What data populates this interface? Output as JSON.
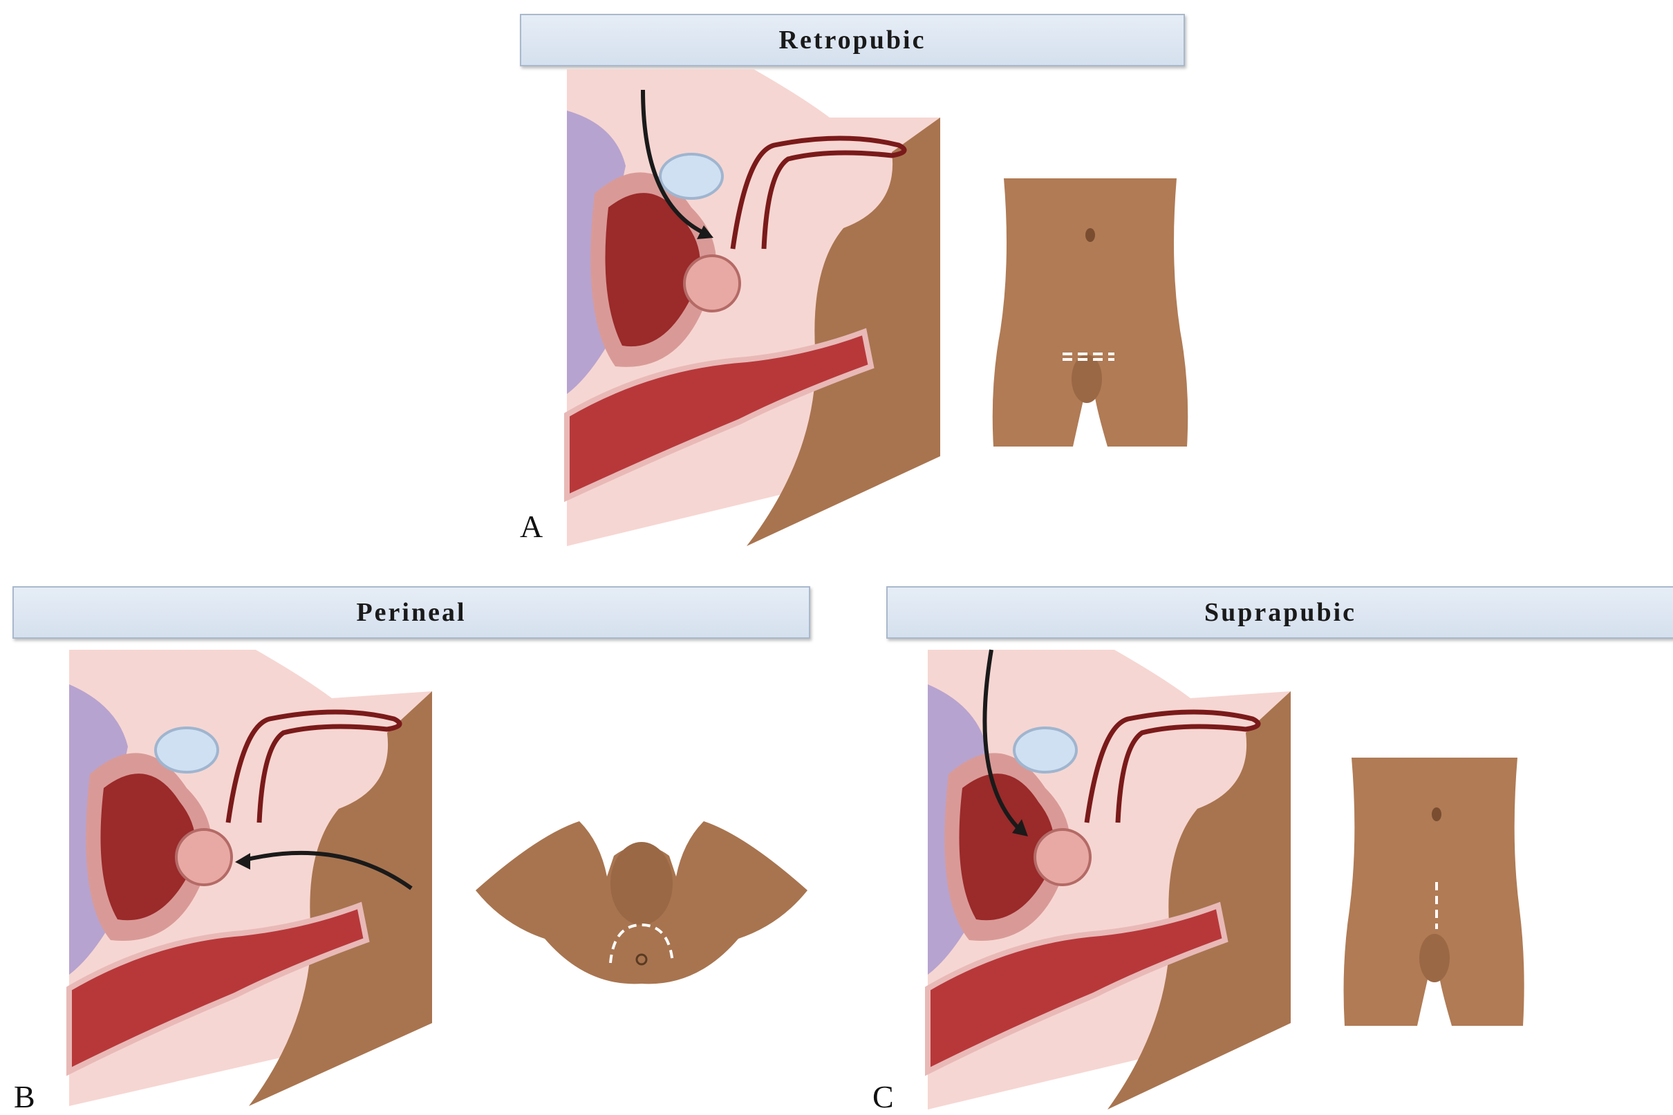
{
  "panels": [
    {
      "id": "A",
      "title": "Retropubic",
      "letter": "A",
      "approach": "retropubic",
      "incision": "low-transverse"
    },
    {
      "id": "B",
      "title": "Perineal",
      "letter": "B",
      "approach": "perineal",
      "incision": "perineal-arc"
    },
    {
      "id": "C",
      "title": "Suprapubic",
      "letter": "C",
      "approach": "suprapubic",
      "incision": "lower-midline"
    }
  ],
  "colors": {
    "header_fill": "#dce5f1",
    "header_border": "#a9b8cc",
    "skin": "#b07b55",
    "skin_dark": "#8a5a3a",
    "tissue_pink": "#f6d6d2",
    "pelvis_purple": "#b7a3cf",
    "bladder_red": "#9b2a2a",
    "rectum_red": "#b8383a",
    "urethra": "#7a1a1a",
    "arrow": "#1a1a1a"
  }
}
